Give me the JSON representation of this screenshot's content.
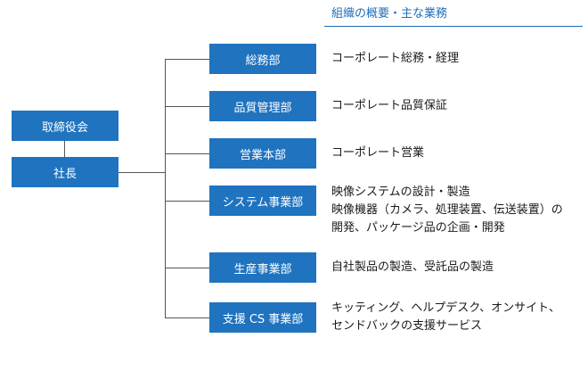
{
  "header": {
    "title": "組織の概要・主な業務"
  },
  "executives": {
    "board": "取締役会",
    "president": "社長"
  },
  "departments": [
    {
      "name": "総務部",
      "description": [
        "コーポレート総務・経理"
      ]
    },
    {
      "name": "品質管理部",
      "description": [
        "コーポレート品質保証"
      ]
    },
    {
      "name": "営業本部",
      "description": [
        "コーポレート営業"
      ]
    },
    {
      "name": "システム事業部",
      "description": [
        "映像システムの設計・製造",
        "映像機器（カメラ、処理装置、伝送装置）の",
        "開発、パッケージ品の企画・開発"
      ]
    },
    {
      "name": "生産事業部",
      "description": [
        "自社製品の製造、受託品の製造"
      ]
    },
    {
      "name": "支援 CS 事業部",
      "description": [
        "キッティング、ヘルプデスク、オンサイト、",
        "センドバックの支援サービス"
      ]
    }
  ],
  "colors": {
    "box": "#1f73bf",
    "header": "#1f6fb8",
    "line": "#555555"
  }
}
